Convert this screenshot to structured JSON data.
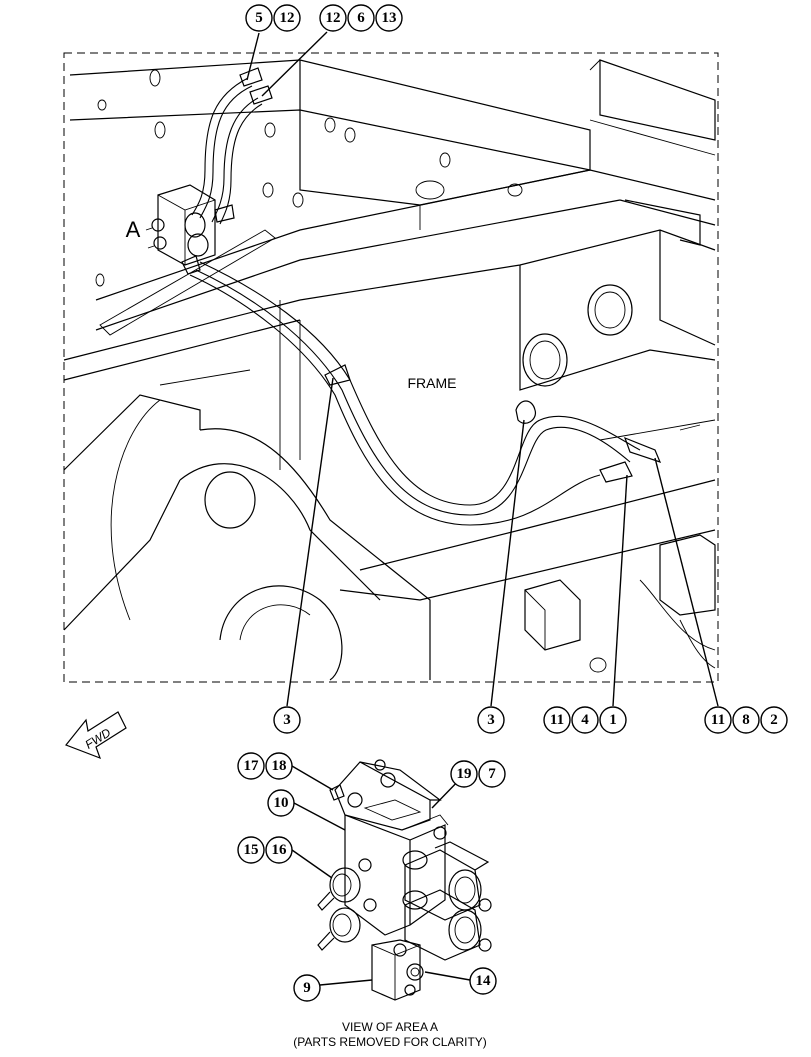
{
  "labels": {
    "frame": "FRAME",
    "area": "A",
    "fwd": "FWD",
    "caption_line1": "VIEW OF AREA A",
    "caption_line2": "(PARTS REMOVED FOR CLARITY)"
  },
  "callouts": {
    "c_5": "5",
    "c_12a": "12",
    "c_12b": "12",
    "c_6": "6",
    "c_13": "13",
    "c_3a": "3",
    "c_3b": "3",
    "c_11a": "11",
    "c_4": "4",
    "c_1": "1",
    "c_11b": "11",
    "c_8": "8",
    "c_2": "2",
    "c_17": "17",
    "c_18": "18",
    "c_19": "19",
    "c_7": "7",
    "c_10": "10",
    "c_15": "15",
    "c_16": "16",
    "c_9": "9",
    "c_14": "14"
  }
}
